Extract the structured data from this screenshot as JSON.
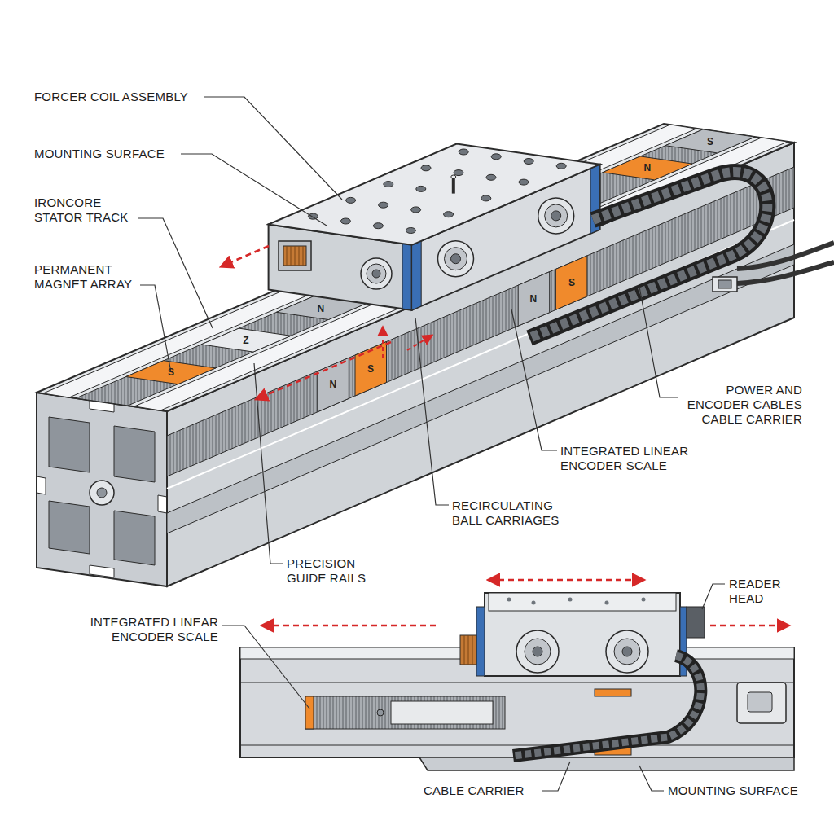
{
  "diagram": {
    "labels": [
      "FORCER COIL ASSEMBLY",
      "MOUNTING SURFACE",
      "IRONCORE STATOR TRACK",
      "PERMANENT MAGNET ARRAY",
      "POWER AND ENCODER CABLES CABLE CARRIER",
      "INTEGRATED LINEAR ENCODER SCALE",
      "RECIRCULATING BALL CARRIAGES",
      "PRECISION GUIDE RAILS",
      "INTEGRATED LINEAR ENCODER SCALE",
      "READER HEAD",
      "CABLE CARRIER",
      "MOUNTING SURFACE",
      "S",
      "Z",
      "N",
      "N",
      "S",
      "N",
      "S",
      "N",
      "S"
    ]
  }
}
